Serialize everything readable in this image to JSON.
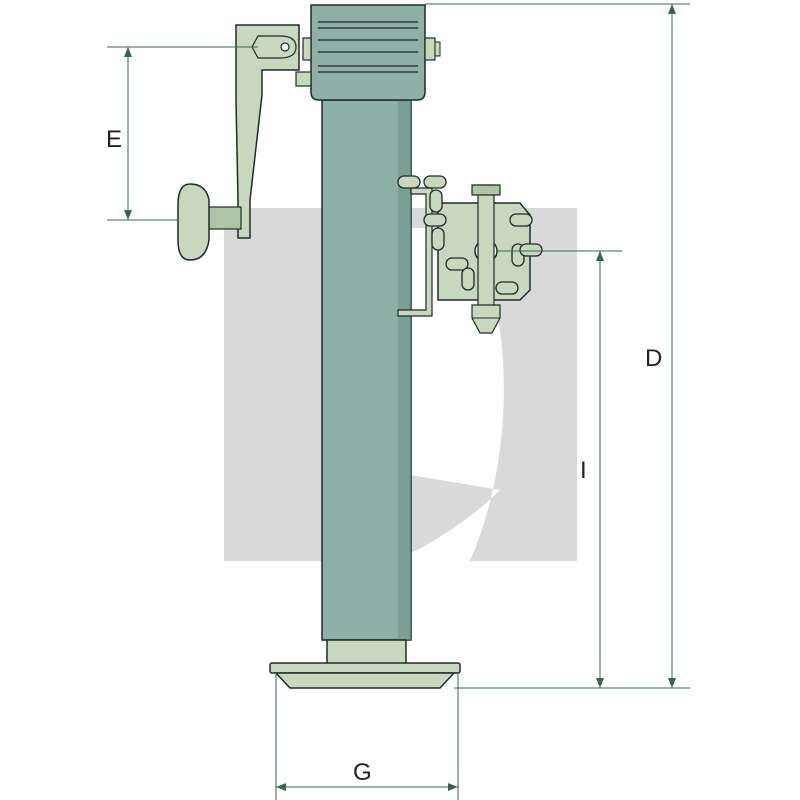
{
  "colors": {
    "body": "#8fb0a6",
    "body_dark": "#6f958a",
    "light_part": "#c8d8bf",
    "light_part_shade": "#aec4a4",
    "outline": "#1f2a28",
    "dimension_line": "#2e6b4e",
    "watermark": "#d9d9d9"
  },
  "watermark": {
    "description": "logo"
  },
  "dimensions": {
    "E": {
      "label": "E"
    },
    "D": {
      "label": "D"
    },
    "I": {
      "label": "I"
    },
    "G": {
      "label": "G"
    }
  }
}
